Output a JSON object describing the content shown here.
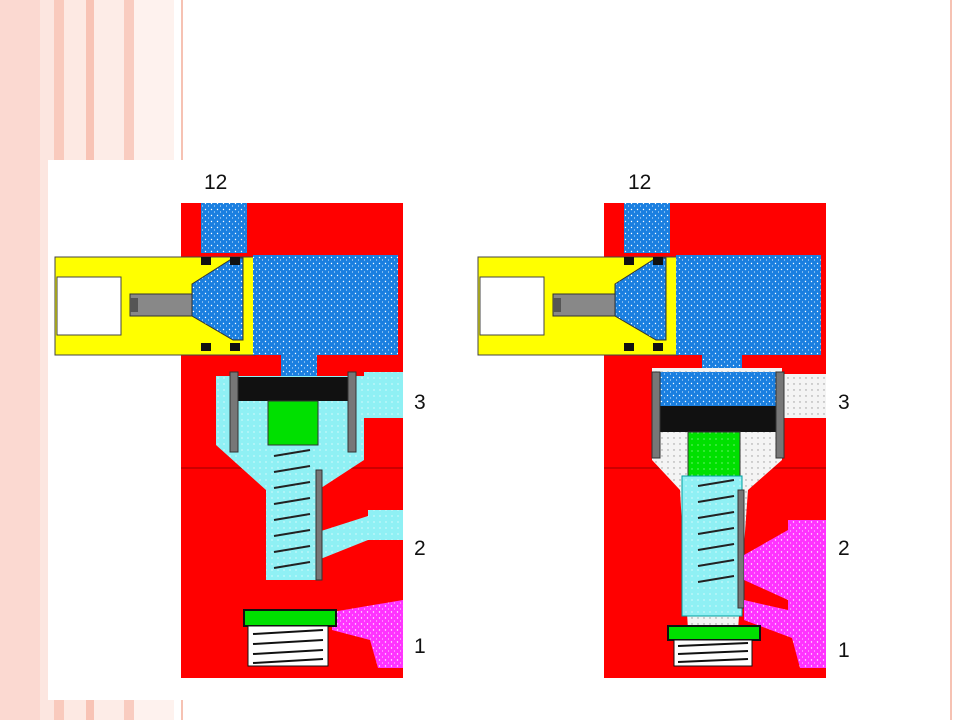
{
  "diagram": {
    "left_valve": {
      "port_top": "12",
      "port_exhaust": "3",
      "port_outlet": "2",
      "port_supply": "1"
    },
    "right_valve": {
      "port_top": "12",
      "port_exhaust": "3",
      "port_outlet": "2",
      "port_supply": "1"
    },
    "colors": {
      "body": "#ff0000",
      "actuator_housing": "#ffff00",
      "pilot_air": "#1a7fe0",
      "exhaust_air": "#8ff0f4",
      "supply_air": "#ff33ff",
      "piston_stem": "#00e000",
      "piston_head": "#111111",
      "right_exhaust_fill": "#f4f4f4"
    }
  }
}
